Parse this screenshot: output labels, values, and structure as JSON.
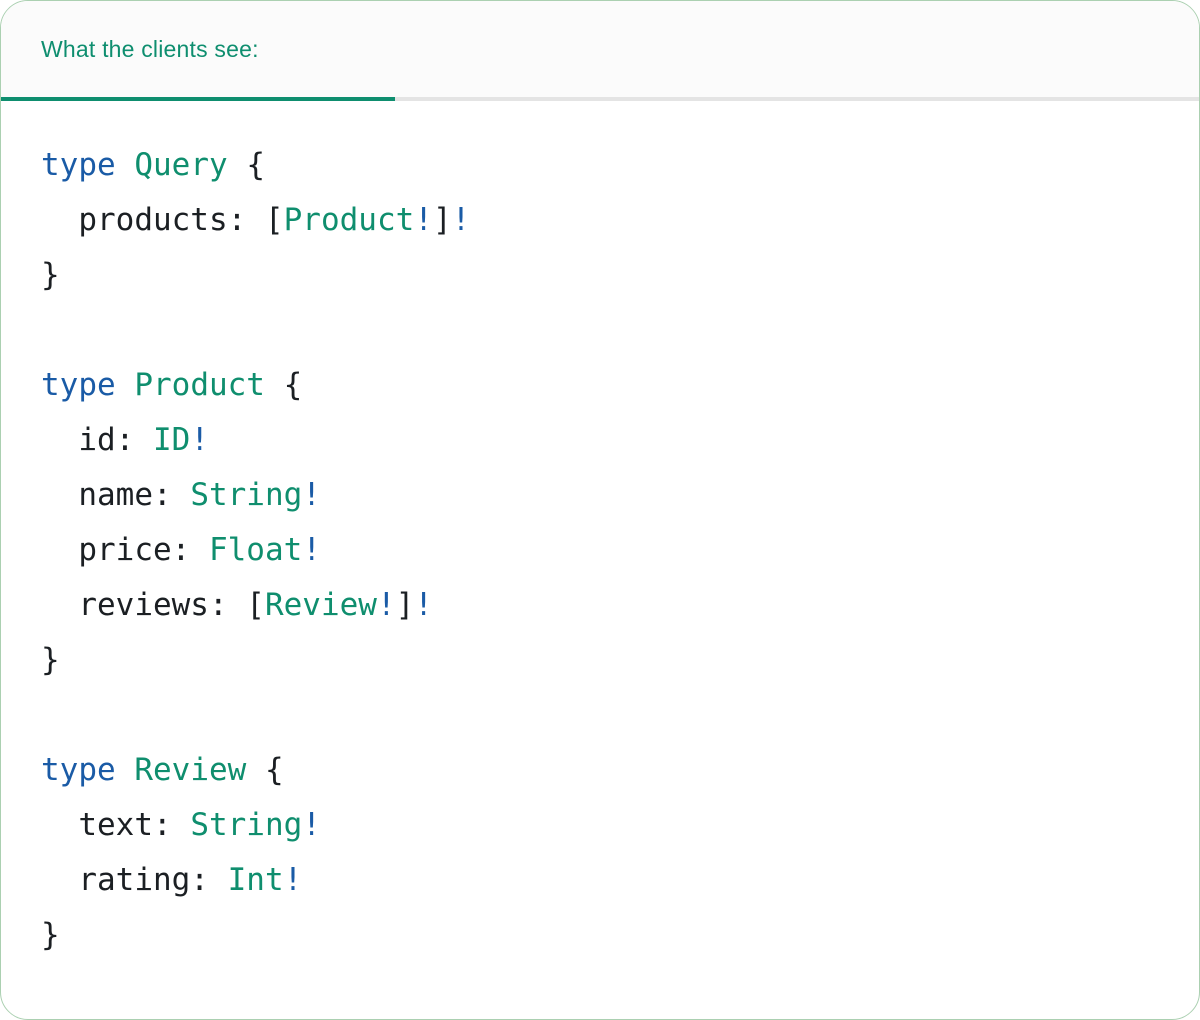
{
  "header": {
    "tab_label": "What the clients see:"
  },
  "colors": {
    "accent": "#0e8e6f",
    "keyword": "#1a5ba6",
    "type": "#0f8e6e",
    "bang": "#1a5ba6",
    "plain": "#1b1f23",
    "track": "#e4e4e4",
    "header-bg": "#fbfbfb",
    "card-border": "#abd0b1"
  },
  "code": {
    "language": "graphql",
    "lines": [
      [
        {
          "text": "type",
          "color": "keyword"
        },
        {
          "text": " ",
          "color": "plain"
        },
        {
          "text": "Query",
          "color": "type"
        },
        {
          "text": " {",
          "color": "plain"
        }
      ],
      [
        {
          "text": "  products: [",
          "color": "plain"
        },
        {
          "text": "Product",
          "color": "type"
        },
        {
          "text": "!",
          "color": "bang"
        },
        {
          "text": "]",
          "color": "plain"
        },
        {
          "text": "!",
          "color": "bang"
        }
      ],
      [
        {
          "text": "}",
          "color": "plain"
        }
      ],
      [],
      [
        {
          "text": "type",
          "color": "keyword"
        },
        {
          "text": " ",
          "color": "plain"
        },
        {
          "text": "Product",
          "color": "type"
        },
        {
          "text": " {",
          "color": "plain"
        }
      ],
      [
        {
          "text": "  id: ",
          "color": "plain"
        },
        {
          "text": "ID",
          "color": "type"
        },
        {
          "text": "!",
          "color": "bang"
        }
      ],
      [
        {
          "text": "  name: ",
          "color": "plain"
        },
        {
          "text": "String",
          "color": "type"
        },
        {
          "text": "!",
          "color": "bang"
        }
      ],
      [
        {
          "text": "  price: ",
          "color": "plain"
        },
        {
          "text": "Float",
          "color": "type"
        },
        {
          "text": "!",
          "color": "bang"
        }
      ],
      [
        {
          "text": "  reviews: [",
          "color": "plain"
        },
        {
          "text": "Review",
          "color": "type"
        },
        {
          "text": "!",
          "color": "bang"
        },
        {
          "text": "]",
          "color": "plain"
        },
        {
          "text": "!",
          "color": "bang"
        }
      ],
      [
        {
          "text": "}",
          "color": "plain"
        }
      ],
      [],
      [
        {
          "text": "type",
          "color": "keyword"
        },
        {
          "text": " ",
          "color": "plain"
        },
        {
          "text": "Review",
          "color": "type"
        },
        {
          "text": " {",
          "color": "plain"
        }
      ],
      [
        {
          "text": "  text: ",
          "color": "plain"
        },
        {
          "text": "String",
          "color": "type"
        },
        {
          "text": "!",
          "color": "bang"
        }
      ],
      [
        {
          "text": "  rating: ",
          "color": "plain"
        },
        {
          "text": "Int",
          "color": "type"
        },
        {
          "text": "!",
          "color": "bang"
        }
      ],
      [
        {
          "text": "}",
          "color": "plain"
        }
      ]
    ]
  }
}
